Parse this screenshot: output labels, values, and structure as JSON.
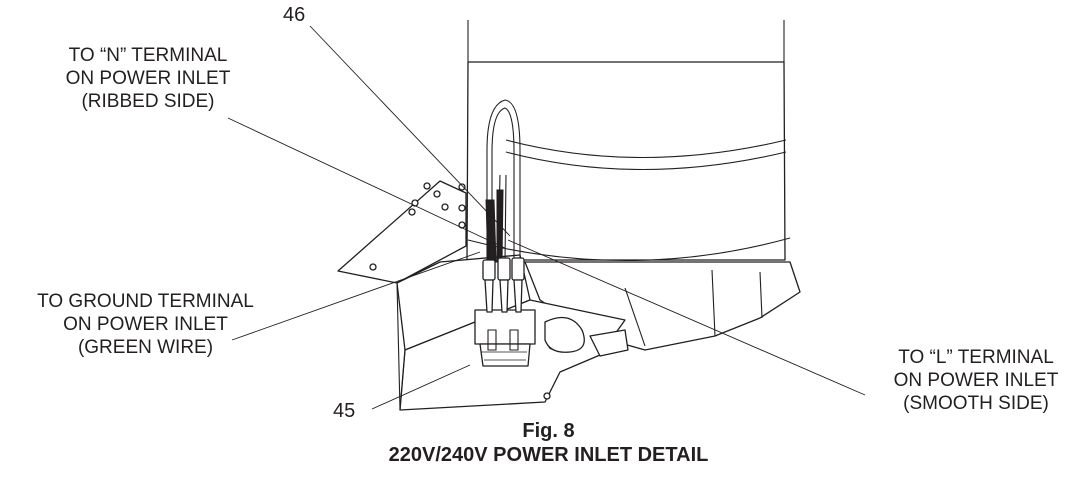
{
  "figure": {
    "caption": {
      "number": "Fig. 8",
      "title": "220V/240V POWER INLET DETAIL"
    },
    "callouts": {
      "part_46": "46",
      "part_45": "45",
      "n_terminal": [
        "TO “N” TERMINAL",
        "ON POWER INLET",
        "(RIBBED SIDE)"
      ],
      "ground_terminal": [
        "TO GROUND TERMINAL",
        "ON POWER INLET",
        "(GREEN WIRE)"
      ],
      "l_terminal": [
        "TO “L” TERMINAL",
        "ON POWER INLET",
        "(SMOOTH SIDE)"
      ]
    }
  }
}
